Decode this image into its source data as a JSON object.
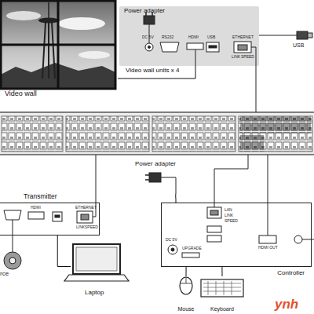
{
  "diagram": {
    "nodes": [
      {
        "text": [
          "Video wall"
        ]
      },
      {
        "text": [
          "Video wall units x 4"
        ]
      },
      {
        "text": [
          "Power adapter"
        ],
        "in": 1
      },
      {
        "text": [
          "Transmitter"
        ]
      },
      {
        "text": [
          "Laptop"
        ]
      },
      {
        "text": [
          "Power adapter"
        ]
      },
      {
        "text": [
          "Controller"
        ]
      },
      {
        "text": [
          "Mouse"
        ]
      },
      {
        "text": [
          "Keyboard"
        ]
      }
    ],
    "edges": [
      {
        "from": 1,
        "to": 0,
        "arrow": "none"
      },
      {
        "from": 4,
        "to": 3,
        "arrow": "none"
      },
      {
        "from": 5,
        "to": 6,
        "arrow": "none"
      },
      {
        "from": 7,
        "to": 6,
        "arrow": "none"
      },
      {
        "from": 8,
        "to": 6,
        "arrow": "none"
      }
    ],
    "labels": [
      "DC 5V",
      "RS232",
      "HDMI",
      "USB",
      "ETHERNET",
      "LINK",
      "SPEED",
      "USB",
      "HDMI",
      "ETHERNET",
      "LINK",
      "SPEED",
      "rce",
      "DC 5V",
      "UPGRADE",
      "LAN",
      "LINK",
      "SPEED",
      "HDMI OUT",
      "ynh"
    ]
  }
}
